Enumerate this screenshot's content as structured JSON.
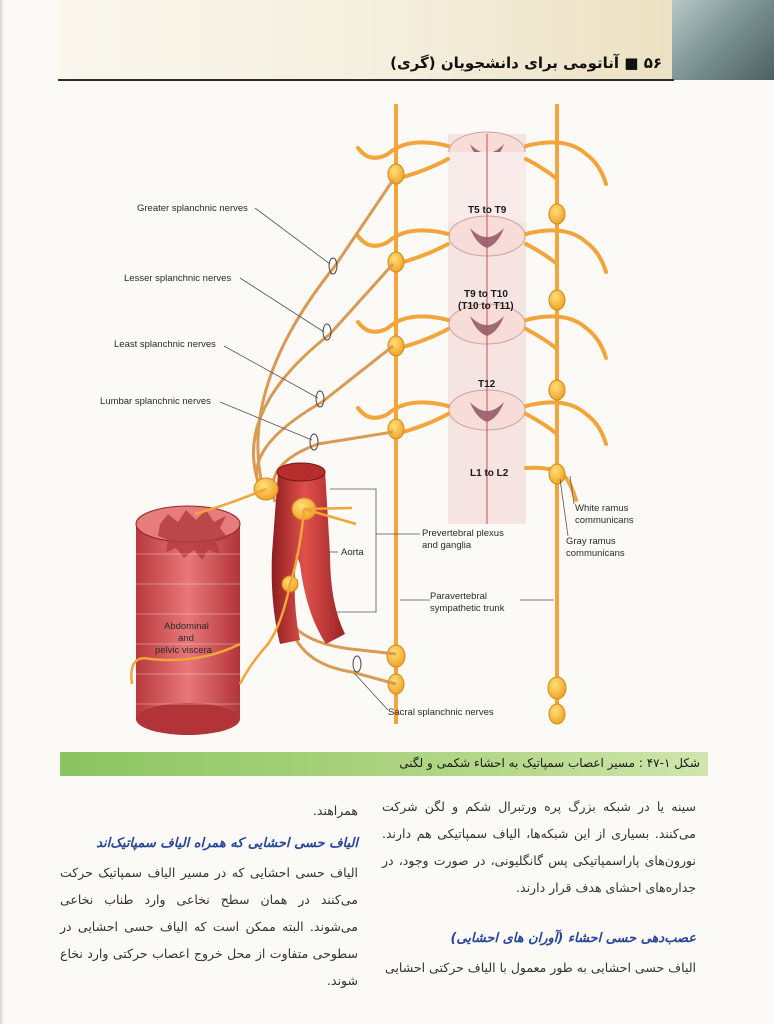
{
  "header": {
    "title": "۵۶ ■ آناتومی برای دانشجویان (گری)"
  },
  "figure": {
    "labels": {
      "greater": "Greater splanchnic nerves",
      "lesser": "Lesser splanchnic nerves",
      "least": "Least splanchnic nerves",
      "lumbar": "Lumbar splanchnic nerves",
      "sacral": "Sacral splanchnic nerves",
      "aorta": "Aorta",
      "viscera1": "Abdominal",
      "viscera2": "and",
      "viscera3": "pelvic viscera",
      "plexus1": "Prevertebral plexus",
      "plexus2": "and ganglia",
      "trunk1": "Paravertebral",
      "trunk2": "sympathetic trunk",
      "white1": "White ramus",
      "white2": "communicans",
      "gray1": "Gray ramus",
      "gray2": "communicans",
      "seg1": "T5 to T9",
      "seg2a": "T9 to T10",
      "seg2b": "(T10 to T11)",
      "seg3": "T12",
      "seg4": "L1 to L2"
    },
    "caption": "شکل ۱-۴۷ : مسیر اعصاب سمپاتیک به احشاء شکمی و لگنی"
  },
  "right_column": {
    "p1": "سینه یا در شبکه بزرگ پره ورتبرال شکم و لگن شرکت می‌کنند. بسیاری از این شبکه‌ها، الیاف سمپاتیکی هم دارند. نورون‌های پاراسمپاتیکی پس گانگلیونی، در صورت وجود، در جداره‌های احشای هدف قرار دارند.",
    "heading": "عصب‌دهی حسی احشاء (آوران های احشایی)",
    "p2": "الیاف حسی احشایی به طور معمول با الیاف حرکتی احشایی"
  },
  "left_column": {
    "p0": "همراهند.",
    "heading": "الیاف حسی احشایی که همراه الیاف سمپاتیک‌اند",
    "p1": "الیاف حسی احشایی که در مسیر الیاف سمپاتیک حرکت می‌کنند در همان سطح نخاعی وارد طناب نخاعی می‌شوند. البته ممکن است که الیاف حسی احشایی در سطوحی متفاوت از محل خروج اعصاب حرکتی وارد نخاع شوند."
  },
  "colors": {
    "nerve": "#f3a43a",
    "ganglion": "#f7b530",
    "aorta": "#d63a36",
    "viscera": "#d9575a",
    "caption_bar": "#9fcd72",
    "heading_blue": "#26459b"
  }
}
